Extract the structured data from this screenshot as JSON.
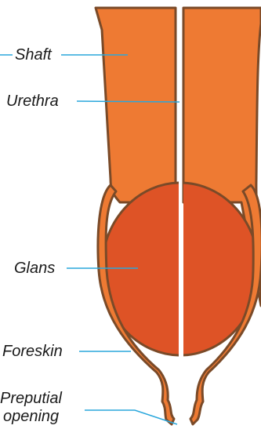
{
  "labels": {
    "shaft": "Shaft",
    "urethra": "Urethra",
    "glans": "Glans",
    "foreskin": "Foreskin",
    "preputial_line1": "Preputial",
    "preputial_line2": "opening"
  },
  "colors": {
    "shaft_fill": "#ee7a33",
    "glans_fill": "#de5326",
    "outline": "#7a4a28",
    "leader_line": "#2aa7dc",
    "text": "#1a1a1a"
  }
}
